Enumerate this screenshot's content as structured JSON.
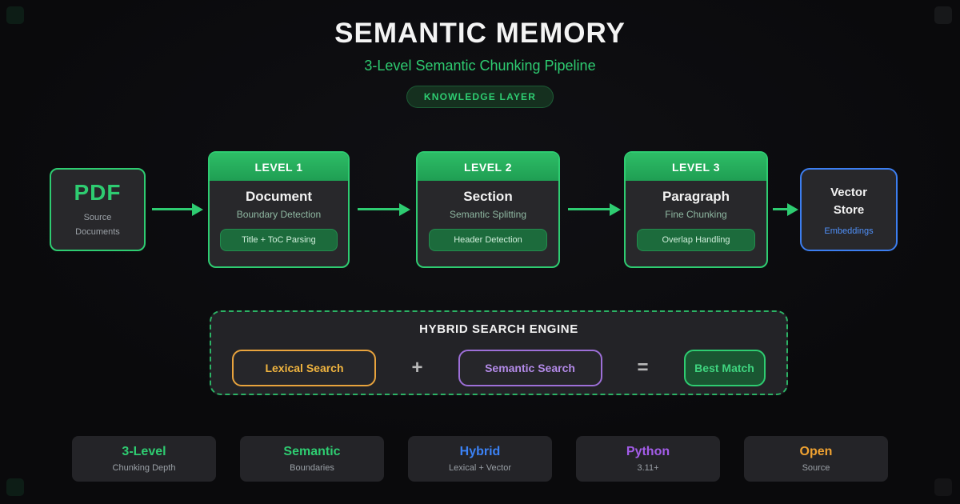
{
  "header": {
    "title": "SEMANTIC MEMORY",
    "subtitle": "3-Level Semantic Chunking Pipeline",
    "badge": "KNOWLEDGE LAYER"
  },
  "pipeline": {
    "source": {
      "title": "PDF",
      "subtitle": "Source Documents"
    },
    "levels": [
      {
        "header": "LEVEL 1",
        "title": "Document",
        "subtitle": "Boundary Detection",
        "tag": "Title + ToC Parsing"
      },
      {
        "header": "LEVEL 2",
        "title": "Section",
        "subtitle": "Semantic Splitting",
        "tag": "Header Detection"
      },
      {
        "header": "LEVEL 3",
        "title": "Paragraph",
        "subtitle": "Fine Chunking",
        "tag": "Overlap Handling"
      }
    ],
    "sink": {
      "title_line1": "Vector",
      "title_line2": "Store",
      "subtitle": "Embeddings"
    }
  },
  "search_engine": {
    "title": "HYBRID SEARCH ENGINE",
    "lexical": "Lexical Search",
    "plus": "+",
    "semantic": "Semantic Search",
    "equals": "=",
    "result": "Best Match"
  },
  "stats": [
    {
      "value": "3-Level",
      "label": "Chunking Depth",
      "color": "#2ecc71"
    },
    {
      "value": "Semantic",
      "label": "Boundaries",
      "color": "#2ecc71"
    },
    {
      "value": "Hybrid",
      "label": "Lexical + Vector",
      "color": "#3b82f6"
    },
    {
      "value": "Python",
      "label": "3.11+",
      "color": "#a35ce8"
    },
    {
      "value": "Open",
      "label": "Source",
      "color": "#f0a231"
    }
  ],
  "colors": {
    "background": "#0a0a0c",
    "accent_green": "#2ecc71",
    "header_green": "#22a95c",
    "tag_green_bg": "#1c6b3c",
    "blue": "#3c7ef0",
    "purple": "#9d6fd8",
    "orange": "#e8a33d",
    "card_bg": "#28282b"
  }
}
